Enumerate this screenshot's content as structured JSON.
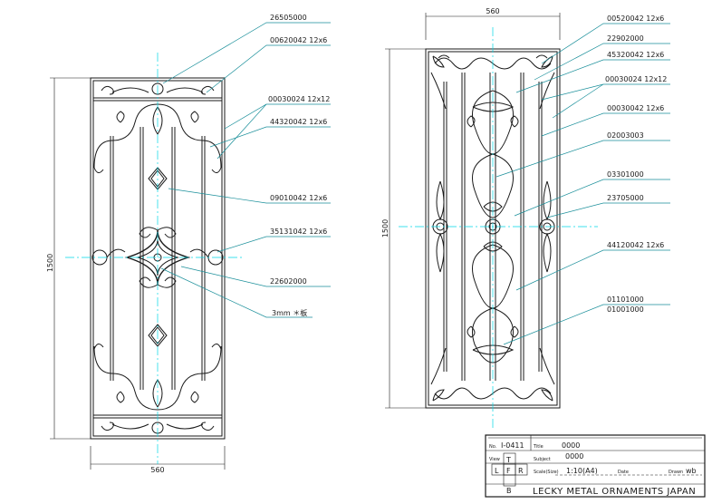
{
  "left_panel": {
    "dimensions": {
      "width": "560",
      "height": "1500"
    },
    "callouts": [
      "26505000",
      "00620042 12x6",
      "00030024 12x12",
      "44320042 12x6",
      "09010042 12x6",
      "35131042 12x6",
      "22602000",
      "3mm ＊板"
    ]
  },
  "right_panel": {
    "dimensions": {
      "width": "560",
      "height": "1500"
    },
    "callouts": [
      "00520042 12x6",
      "22902000",
      "45320042 12x6",
      "00030024 12x12",
      "00030042 12x6",
      "02003003",
      "03301000",
      "23705000",
      "44120042 12x6",
      "01101000",
      "01001000"
    ]
  },
  "title_block": {
    "no_label": "No.",
    "no_value": "I-0411",
    "title_label": "Title",
    "title_value": "0000",
    "subject_label": "Subject",
    "subject_value": "0000",
    "view_label": "View",
    "view_letters": [
      "T",
      "L",
      "F",
      "R",
      "B"
    ],
    "scale_label": "Scale(Size)",
    "scale_value": "1:10(A4)",
    "date_label": "Date",
    "drawn_label": "Drawn",
    "drawn_value": "wb",
    "company": "LECKY METAL ORNAMENTS JAPAN"
  },
  "colors": {
    "line": "#1a1a1a",
    "centerline": "#00d7e6",
    "leader": "#1a8f9a",
    "background": "#ffffff"
  }
}
